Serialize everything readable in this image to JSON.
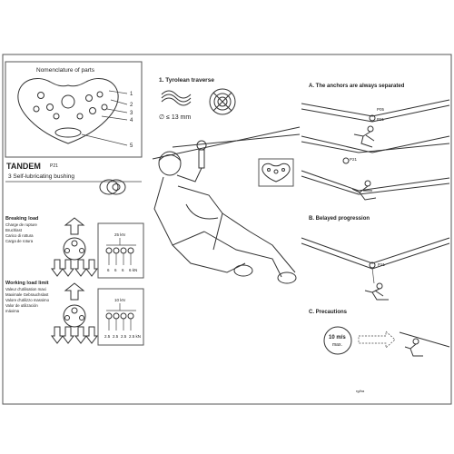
{
  "left": {
    "nomenclature_title": "Nomenclature of parts",
    "part_numbers": [
      "1",
      "2",
      "3",
      "4",
      "5"
    ],
    "tandem_title": "TANDEM",
    "tandem_code": "P21",
    "tandem_sub": "3 Self-lubricating bushing",
    "breaking_load": {
      "title": "Breaking load",
      "lines": [
        "Charge de rupture",
        "Bruchlast",
        "Carico di rottura",
        "Carga de rotura"
      ],
      "top_value": "25 kN",
      "sub_values": [
        "6",
        "6",
        "6",
        "6 kN"
      ]
    },
    "working_load": {
      "title": "Working load limit",
      "lines": [
        "Valeur d'utilisation maxi",
        "Maximale Gebrauchslast",
        "Valore d'utilizzo massimo",
        "Valor de utilización",
        "máxima"
      ],
      "top_value": "10 kN",
      "sub_values": [
        "2.5",
        "2.5",
        "2.5",
        "2.5 kN"
      ]
    }
  },
  "middle": {
    "tyrolean_title": "1. Tyrolean traverse",
    "rope_spec": "∅ ≤ 13 mm"
  },
  "right": {
    "section_a": "A. The anchors are always separated",
    "section_b": "B. Belayed progression",
    "section_c": "C. Precautions",
    "labels_a": [
      "P05",
      "P21",
      "P21"
    ],
    "label_b": "P21",
    "speed_value": "10 m/s",
    "speed_unit": "max.",
    "footer": "rg/ba"
  },
  "colors": {
    "line": "#333333",
    "background": "#ffffff"
  }
}
